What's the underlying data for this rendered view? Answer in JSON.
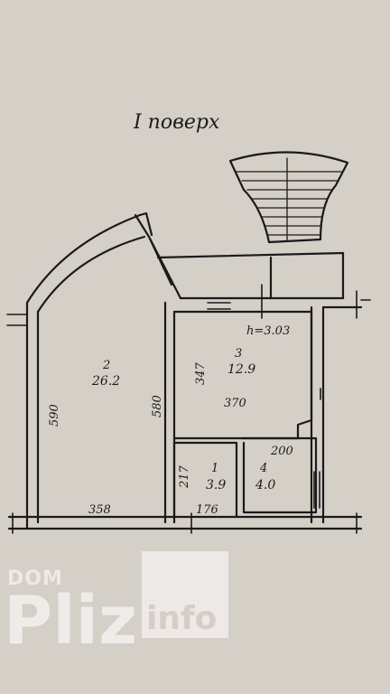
{
  "plan": {
    "title": "I поверх",
    "ceiling_height": "h=3.03",
    "rooms": [
      {
        "number": "2",
        "area": "26.2"
      },
      {
        "number": "3",
        "area": "12.9"
      },
      {
        "number": "1",
        "area": "3.9"
      },
      {
        "number": "4",
        "area": "4.0"
      }
    ],
    "dimensions": {
      "room2_left": "590",
      "room2_right": "580",
      "room2_bottom": "358",
      "room3_height": "347",
      "room3_width": "370",
      "room1_height": "217",
      "room1_width": "176",
      "room4_width": "200"
    }
  },
  "watermark": {
    "dom": "DOM",
    "pliz": "Pliz",
    "info": "info"
  }
}
